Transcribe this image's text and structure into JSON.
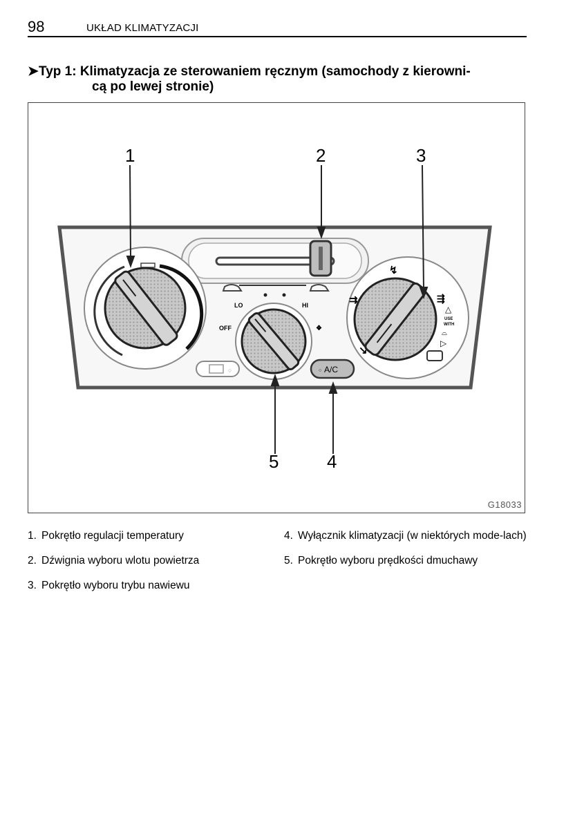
{
  "header": {
    "page_number": "98",
    "running_title": "UKŁAD KLIMATYZACJI"
  },
  "section": {
    "title_line1": "Typ 1: Klimatyzacja ze sterowaniem ręcznym (samochody z kierowni-",
    "title_line2": "cą po lewej stronie)"
  },
  "figure": {
    "code": "G18033",
    "callouts": [
      "1",
      "2",
      "3",
      "4",
      "5"
    ],
    "labels": {
      "lo": "LO",
      "hi": "HI",
      "off": "OFF",
      "ac": "A/C",
      "use": "USE",
      "with": "WITH"
    }
  },
  "legend": {
    "left": [
      {
        "num": "1.",
        "text": "Pokrętło regulacji temperatury"
      },
      {
        "num": "2.",
        "text": "Dźwignia wyboru wlotu powietrza"
      },
      {
        "num": "3.",
        "text": "Pokrętło wyboru trybu nawiewu"
      }
    ],
    "right": [
      {
        "num": "4.",
        "text": "Wyłącznik klimatyzacji (w niektórych mode-lach)"
      },
      {
        "num": "5.",
        "text": "Pokrętło wyboru prędkości dmuchawy"
      }
    ]
  }
}
